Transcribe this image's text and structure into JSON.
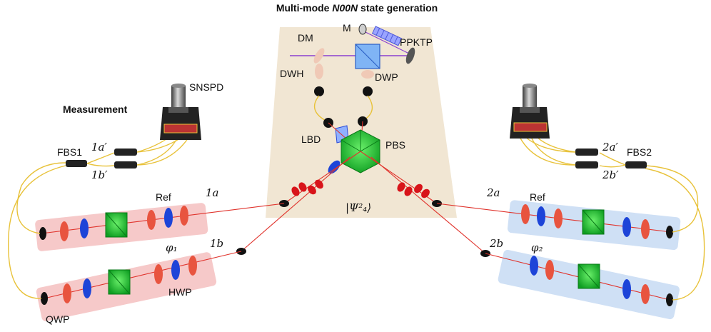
{
  "title": {
    "prefix": "Multi-mode ",
    "emph": "N00N",
    "suffix": " state generation"
  },
  "source_labels": {
    "dm": "DM",
    "m": "M",
    "ppktp": "PPKTP",
    "dwh": "DWH",
    "dwp": "DWP",
    "lbd": "LBD",
    "pbs": "PBS"
  },
  "state_label": "|Ψ²₄⟩",
  "left": {
    "section": "Measurement",
    "detector": "SNSPD",
    "fbs": "FBS1",
    "port_a_prime": "1a′",
    "port_b_prime": "1b′",
    "mode_a": "1a",
    "mode_b": "1b",
    "ref": "Ref",
    "phase": "φ₁",
    "hwp": "HWP",
    "qwp": "QWP"
  },
  "right": {
    "fbs": "FBS2",
    "port_a_prime": "2a′",
    "port_b_prime": "2b′",
    "mode_a": "2a",
    "mode_b": "2b",
    "ref": "Ref",
    "phase": "φ₂"
  },
  "colors": {
    "left_panel": "#f6c9c9",
    "right_panel": "#cfe0f5",
    "source_panel": "#f1e6d3",
    "beam": "#e0332c",
    "fiber": "#e8c23a",
    "pump": "#8a3fd0",
    "pbs": "#23c23a",
    "qwp": "#e8543f",
    "hwp": "#1d44d8"
  }
}
